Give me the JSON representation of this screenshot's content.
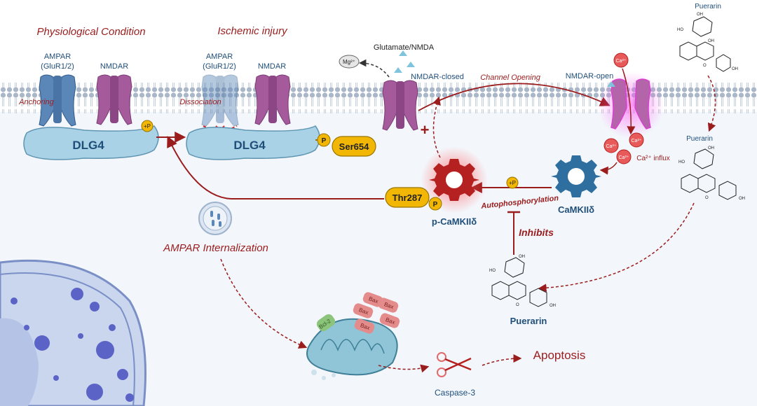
{
  "conditions": {
    "physiological": "Physiological Condition",
    "ischemic": "Ischemic injury"
  },
  "receptors": {
    "ampar": "AMPAR",
    "ampar_sub": "(GluR1/2)",
    "nmdar": "NMDAR",
    "nmdar_closed": "NMDAR-closed",
    "nmdar_open": "NMDAR-open"
  },
  "labels": {
    "anchoring": "Anchoring",
    "dissociation": "Dissociation",
    "dlg4": "DLG4",
    "ser654": "Ser654",
    "p": "P",
    "plus_p": "+P",
    "glutamate": "Glutamate/NMDA",
    "mg": "Mg²⁺",
    "ca": "Ca²⁺",
    "ca_influx": "Ca²⁺ influx",
    "channel_opening": "Channel Opening",
    "plus": "+",
    "thr287": "Thr287",
    "pcamkii": "p-CaMKIIδ",
    "camkii": "CaMKIIδ",
    "autophosphorylation": "Autophosphorylation",
    "inhibits": "Inhibits",
    "puerarin": "Puerarin",
    "ampar_internalization": "AMPAR Internalization",
    "bcl2": "Bcl-2",
    "bax": "Bax",
    "caspase": "Caspase-3",
    "apoptosis": "Apoptosis",
    "oh": "OH",
    "ho": "HO",
    "o": "O"
  },
  "colors": {
    "dark_red": "#9b1c1c",
    "blue_text": "#1f4e79",
    "membrane": "#a9b7c9",
    "dlg4": "#a9d2e6",
    "gold": "#f2b705",
    "receptor_purple": "#a45a9b",
    "receptor_blue": "#5b86b8",
    "camkii_blue": "#2f6f9f",
    "gear_red": "#b52121"
  }
}
